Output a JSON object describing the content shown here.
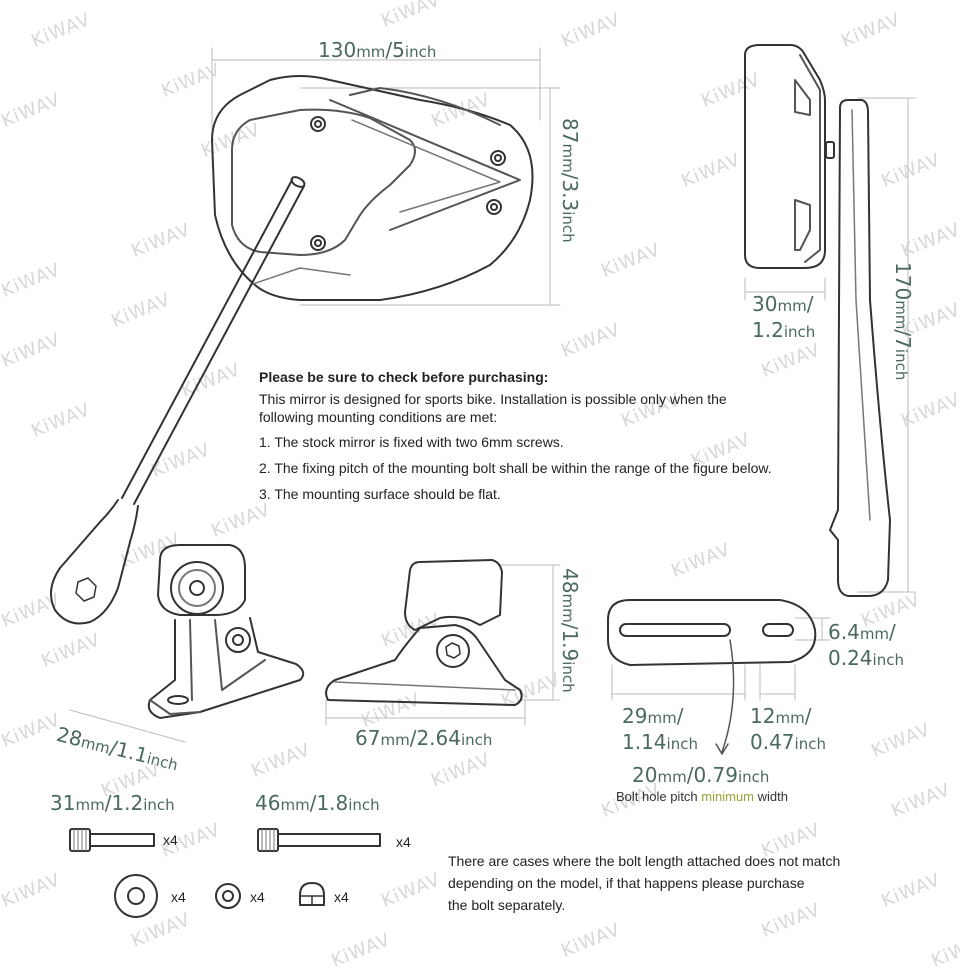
{
  "watermark": "KiWAV",
  "dimensions": {
    "width_top": {
      "value": "130",
      "unit": "mm",
      "sep": "/",
      "alt": "5",
      "alt_unit": "inch"
    },
    "height_top": {
      "value": "87",
      "unit": "mm",
      "sep": "/",
      "alt": "3.3",
      "alt_unit": "inch"
    },
    "side_depth": {
      "value": "30",
      "unit": "mm",
      "sep": "/",
      "alt": "1.2",
      "alt_unit": "inch"
    },
    "side_height": {
      "value": "170",
      "unit": "mm",
      "sep": "/",
      "alt": "7",
      "alt_unit": "inch"
    },
    "base_height": {
      "value": "48",
      "unit": "mm",
      "sep": "/",
      "alt": "1.9",
      "alt_unit": "inch"
    },
    "base_width": {
      "value": "28",
      "unit": "mm",
      "sep": "/",
      "alt": "1.1",
      "alt_unit": "inch"
    },
    "base_length": {
      "value": "67",
      "unit": "mm",
      "sep": "/",
      "alt": "2.64",
      "alt_unit": "inch"
    },
    "slot_width": {
      "value": "6.4",
      "unit": "mm",
      "sep": "/",
      "alt": "0.24",
      "alt_unit": "inch"
    },
    "slot_left": {
      "value": "29",
      "unit": "mm",
      "sep": "/",
      "alt": "1.14",
      "alt_unit": "inch"
    },
    "slot_right": {
      "value": "12",
      "unit": "mm",
      "sep": "/",
      "alt": "0.47",
      "alt_unit": "inch"
    },
    "pitch_min": {
      "value": "20",
      "unit": "mm",
      "sep": "/",
      "alt": "0.79",
      "alt_unit": "inch"
    },
    "bolt_short": {
      "value": "31",
      "unit": "mm",
      "sep": "/",
      "alt": "1.2",
      "alt_unit": "inch"
    },
    "bolt_long": {
      "value": "46",
      "unit": "mm",
      "sep": "/",
      "alt": "1.8",
      "alt_unit": "inch"
    }
  },
  "pitch_caption": {
    "before": "Bolt hole pitch ",
    "highlight": "minimum",
    "after": " width"
  },
  "notice": {
    "heading": "Please be sure to check before purchasing:",
    "intro_line1": "This mirror is designed for sports bike. Installation is possible only when the",
    "intro_line2": "following mounting conditions are met:",
    "item1": "1. The stock mirror is fixed with two 6mm screws.",
    "item2": "2. The fixing pitch of the mounting bolt shall be within the range of the figure below.",
    "item3": "3. The mounting surface should be flat."
  },
  "quantities": {
    "bolt_short": "x4",
    "bolt_long": "x4",
    "washer_large": "x4",
    "washer_small": "x4",
    "cap_nut": "x4"
  },
  "bolt_note": {
    "line1": "There are cases where the bolt length attached does not match",
    "line2": "depending on the model, if that happens please purchase",
    "line3": "the bolt separately."
  },
  "colors": {
    "dimension_text": "#4a6a5c",
    "highlight": "#9aa23a",
    "line_art": "#333333"
  }
}
